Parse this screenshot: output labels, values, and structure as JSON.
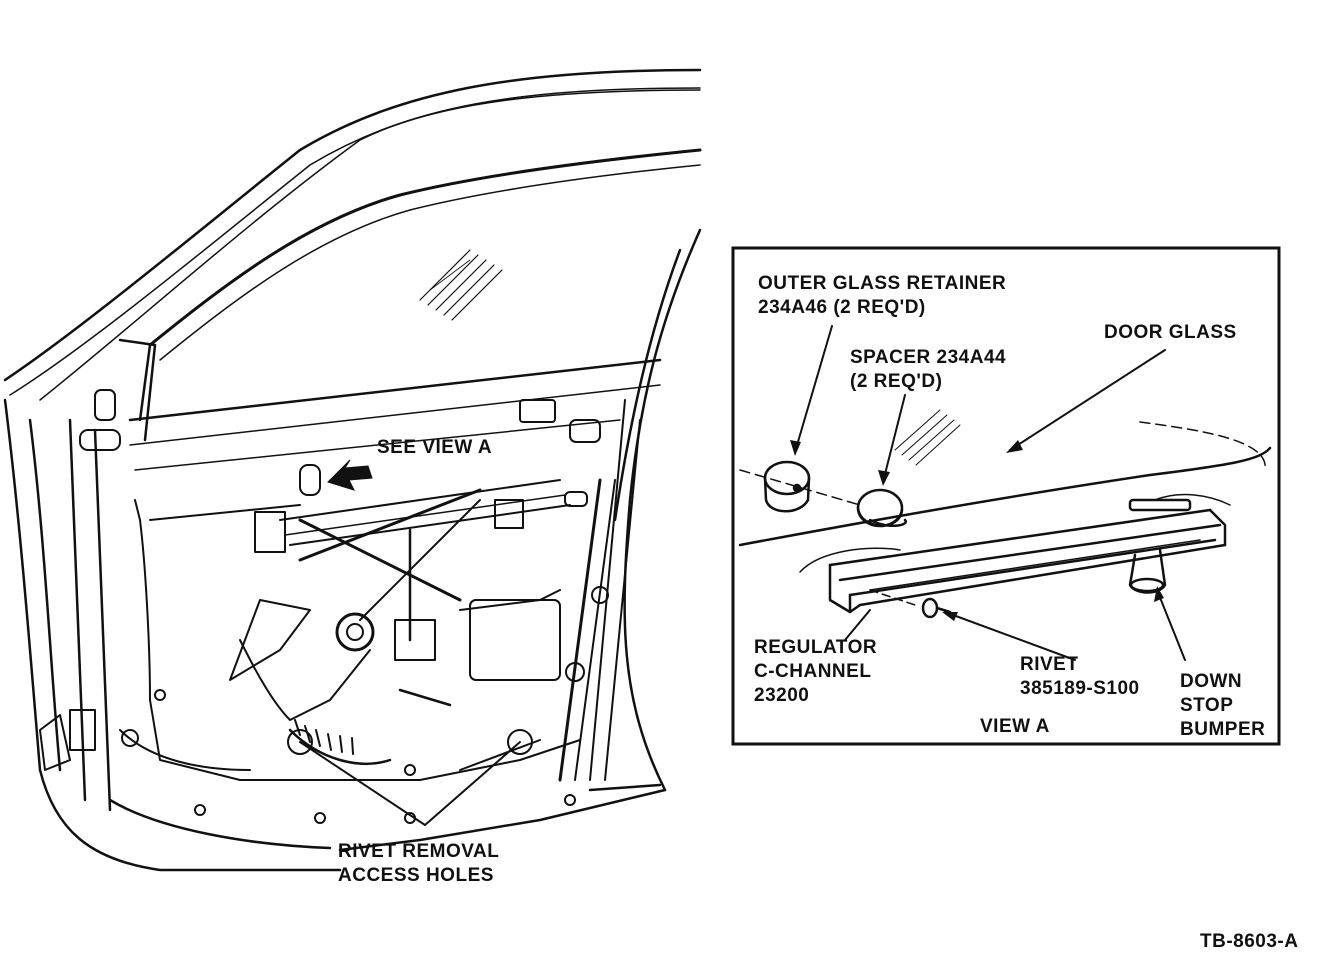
{
  "labels": {
    "see_view_a": "SEE VIEW A",
    "rivet_removal": [
      "RIVET REMOVAL",
      "ACCESS HOLES"
    ],
    "outer_glass_retainer": [
      "OUTER GLASS RETAINER",
      "234A46 (2 REQ'D)"
    ],
    "spacer": [
      "SPACER 234A44",
      "(2 REQ'D)"
    ],
    "door_glass": "DOOR GLASS",
    "regulator": [
      "REGULATOR",
      "C-CHANNEL",
      "23200"
    ],
    "rivet": [
      "RIVET",
      "385189-S100"
    ],
    "down_stop": [
      "DOWN",
      "STOP",
      "BUMPER"
    ],
    "view_a": "VIEW A",
    "figure_code": "TB-8603-A"
  },
  "colors": {
    "ink": "#111111",
    "paper": "#ffffff"
  }
}
